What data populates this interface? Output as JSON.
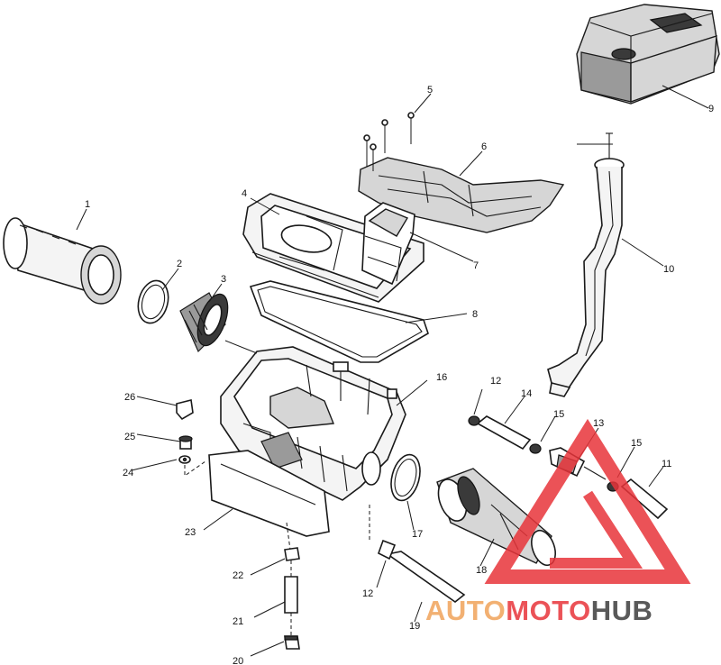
{
  "callouts": [
    {
      "id": "c1",
      "label": "1"
    },
    {
      "id": "c2",
      "label": "2"
    },
    {
      "id": "c3",
      "label": "3"
    },
    {
      "id": "c4",
      "label": "4"
    },
    {
      "id": "c5",
      "label": "5"
    },
    {
      "id": "c6",
      "label": "6"
    },
    {
      "id": "c7",
      "label": "7"
    },
    {
      "id": "c8",
      "label": "8"
    },
    {
      "id": "c9",
      "label": "9"
    },
    {
      "id": "c10",
      "label": "10"
    },
    {
      "id": "c11",
      "label": "11"
    },
    {
      "id": "c12a",
      "label": "12"
    },
    {
      "id": "c12b",
      "label": "12"
    },
    {
      "id": "c13",
      "label": "13"
    },
    {
      "id": "c14",
      "label": "14"
    },
    {
      "id": "c15a",
      "label": "15"
    },
    {
      "id": "c15b",
      "label": "15"
    },
    {
      "id": "c16",
      "label": "16"
    },
    {
      "id": "c17",
      "label": "17"
    },
    {
      "id": "c18",
      "label": "18"
    },
    {
      "id": "c19",
      "label": "19"
    },
    {
      "id": "c20",
      "label": "20"
    },
    {
      "id": "c21",
      "label": "21"
    },
    {
      "id": "c22",
      "label": "22"
    },
    {
      "id": "c23",
      "label": "23"
    },
    {
      "id": "c24",
      "label": "24"
    },
    {
      "id": "c25",
      "label": "25"
    },
    {
      "id": "c26",
      "label": "26"
    }
  ],
  "watermark": {
    "part1": "AUTO",
    "part2": "MOTO",
    "part3": "HUB",
    "color_orange": "#f0a35a",
    "color_red": "#e8343a",
    "color_dark": "#3d3d3d",
    "triangle_color": "#e8343a"
  }
}
